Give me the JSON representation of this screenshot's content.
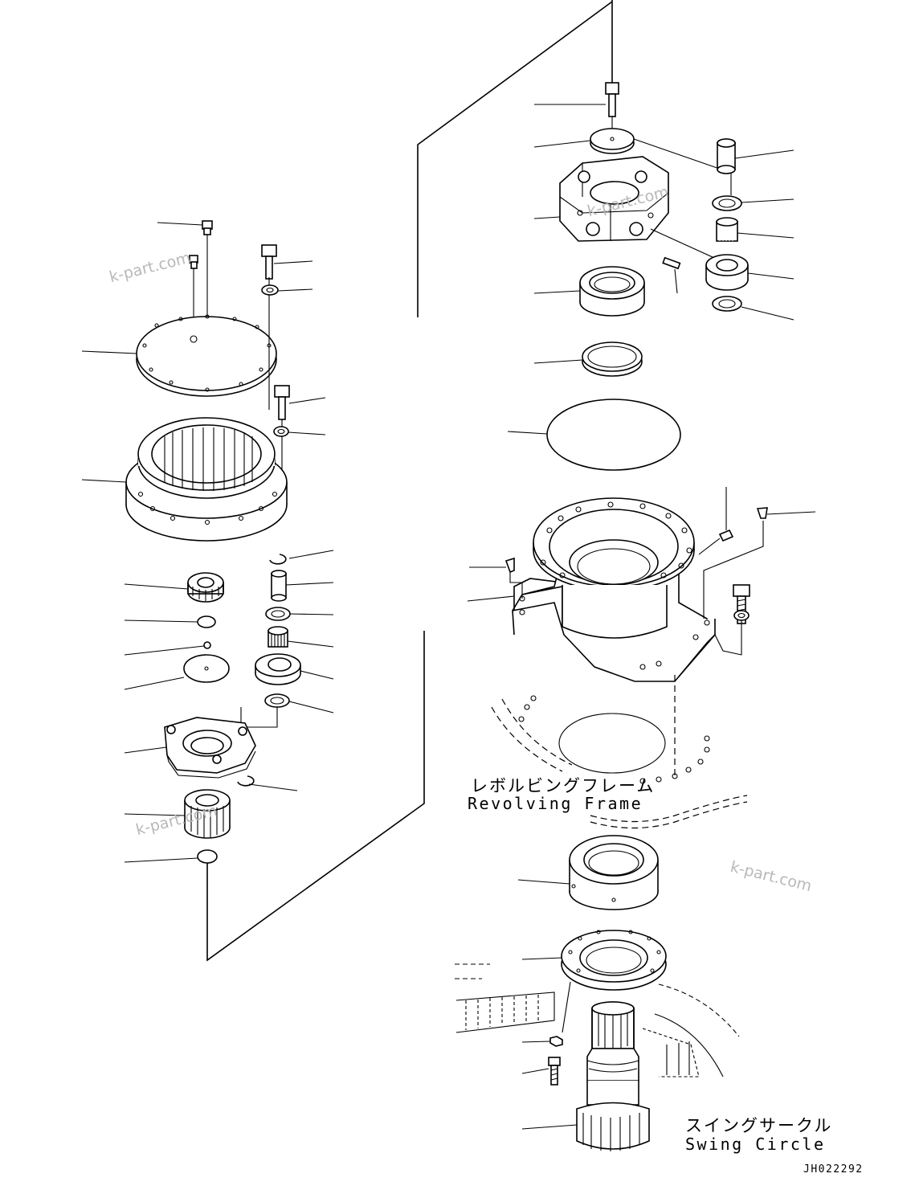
{
  "labels": {
    "revolving_frame_jp": "レボルビングフレーム",
    "revolving_frame_en": "Revolving Frame",
    "swing_circle_jp": "スイングサークル",
    "swing_circle_en": "Swing Circle",
    "drawing_code": "JH022292"
  },
  "watermarks": [
    "k-part.com",
    "k-part.com",
    "k-part.com",
    "k-part.com"
  ]
}
